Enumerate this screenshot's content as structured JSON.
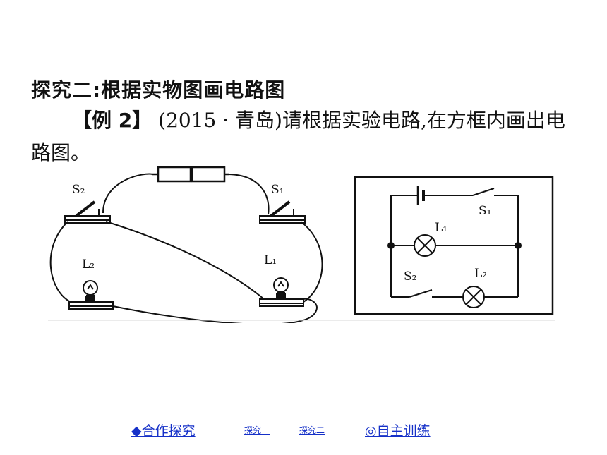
{
  "heading": "探究二:根据实物图画电路图",
  "problem": {
    "tag": "【例 2】",
    "source": "(2015 · 青岛)",
    "text": "请根据实验电路,在方框内画出电路图。"
  },
  "figure": {
    "real_circuit": {
      "switch_s2": "S₂",
      "switch_s1": "S₁",
      "lamp_l2": "L₂",
      "lamp_l1": "L₁"
    },
    "diagram": {
      "lamp_l1": "L₁",
      "switch_s1": "S₁",
      "switch_s2": "S₂",
      "lamp_l2": "L₂"
    }
  },
  "nav": {
    "cooperate": "◆合作探究",
    "explore1": "探究一",
    "explore2": "探究二",
    "self_train": "◎自主训练"
  }
}
